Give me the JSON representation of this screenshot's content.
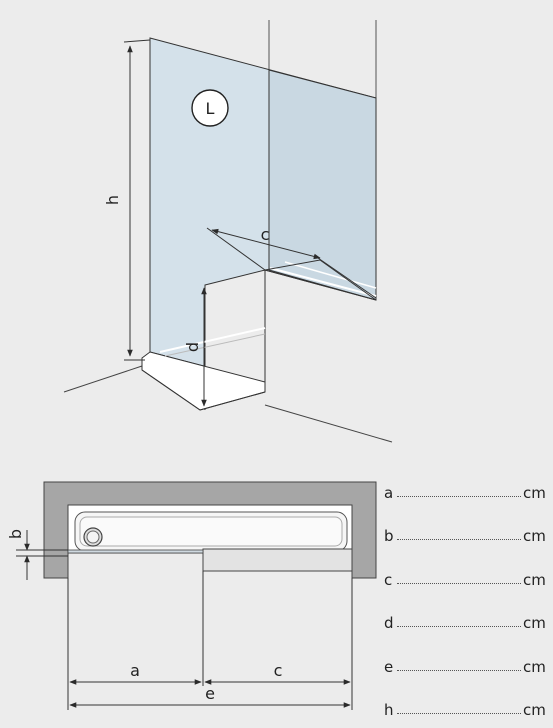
{
  "badge": {
    "label": "L"
  },
  "top_labels": {
    "h": "h",
    "c": "c",
    "d": "d"
  },
  "plan_labels": {
    "a": "a",
    "b": "b",
    "c": "c",
    "e": "e"
  },
  "form": {
    "rows": [
      {
        "letter": "a",
        "unit": "cm"
      },
      {
        "letter": "b",
        "unit": "cm"
      },
      {
        "letter": "c",
        "unit": "cm"
      },
      {
        "letter": "d",
        "unit": "cm"
      },
      {
        "letter": "e",
        "unit": "cm"
      },
      {
        "letter": "h",
        "unit": "cm"
      }
    ]
  },
  "colors": {
    "glass": "#d4e1ea",
    "glass_dark": "#c5d5df",
    "wall": "#a6a6a6",
    "tray": "#ffffff",
    "line": "#2b2b2b"
  }
}
